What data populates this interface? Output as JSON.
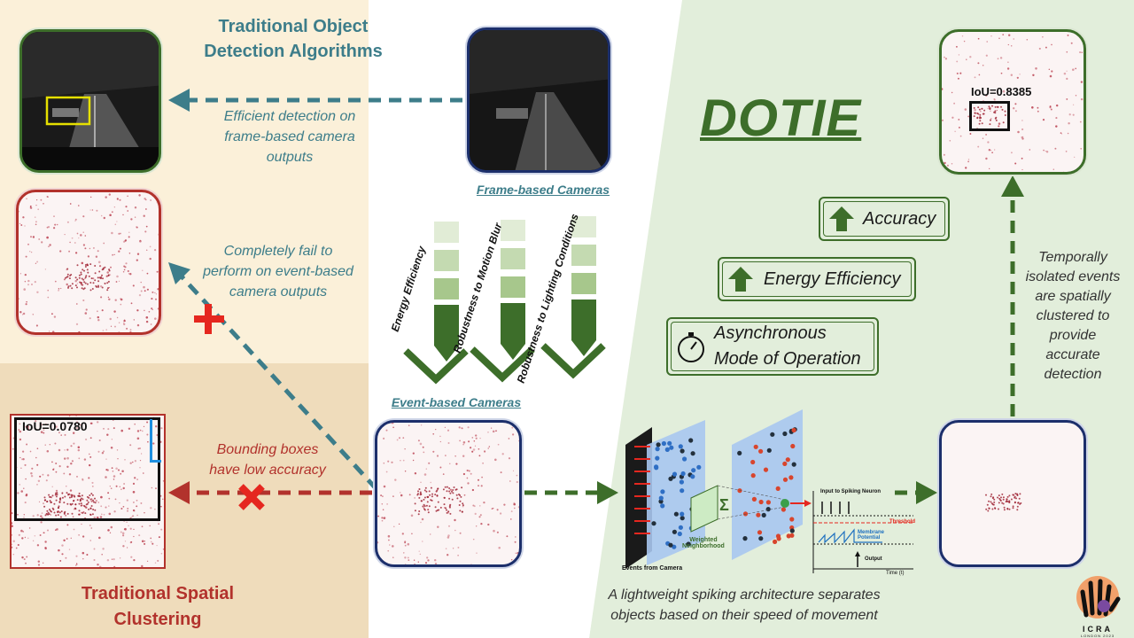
{
  "colors": {
    "teal": "#3d7d8a",
    "red": "#b2322c",
    "green": "#3d6e2a",
    "navy": "#1c2f6b"
  },
  "top_left": {
    "title": "Traditional Object\nDetection Algorithms"
  },
  "bottom_left": {
    "title": "Traditional Spatial\nClustering",
    "iou": "IoU=0.0780"
  },
  "center": {
    "frame_label": "Frame-based Cameras",
    "event_label": "Event-based Cameras",
    "properties": [
      "Energy Efficiency",
      "Robustness to Motion Blur",
      "Robustness to Lighting Conditions"
    ]
  },
  "arrows": {
    "efficient": "Efficient detection on\nframe-based camera\noutputs",
    "fail": "Completely fail to\nperform on event-based\ncamera outputs",
    "low_acc": "Bounding boxes\nhave low accuracy"
  },
  "dotie": {
    "title": "DOTIE",
    "iou": "IoU=0.8385",
    "pills": [
      "Accuracy",
      "Energy Efficiency",
      "Asynchronous\nMode of Operation"
    ],
    "right_caption": "Temporally\nisolated events\nare spatially\nclustered to\nprovide\naccurate\ndetection",
    "bottom_caption": "A lightweight spiking architecture separates\nobjects based on their speed of movement"
  },
  "architecture": {
    "events_label": "Events from Camera",
    "weighted_label": "Weighted\nNeighborhood",
    "sigma": "Σ",
    "input_label": "Input to Spiking Neuron",
    "threshold_label": "Threshold",
    "membrane_label": "Membrane\nPotential",
    "output_label": "Output",
    "time_label": "Time (t)"
  },
  "logo": {
    "text": "ICRA",
    "sub": "LONDON 2023"
  }
}
